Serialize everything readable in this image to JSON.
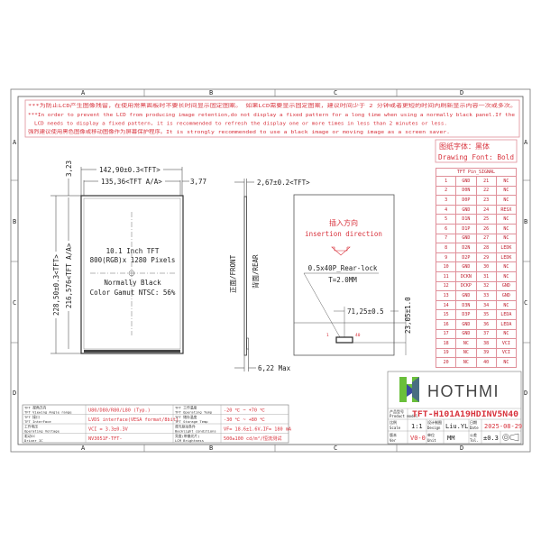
{
  "colors": {
    "accent_red": "#d8323c",
    "line_pink": "#e0909a",
    "logo_green": "#6abf3a",
    "logo_blue": "#3a4aa0"
  },
  "grid": {
    "cols": [
      "A",
      "B",
      "C",
      "D"
    ],
    "rows": [
      "A",
      "B",
      "C",
      "D"
    ]
  },
  "warning": {
    "line1": "***为防止LCD产生图像残留，在使用常黑面板时不要长时间显示固定图案。 如果LCD需要显示固定图案，建议时间少于 2 分钟或者更短的时间内刷新显示内容一次或多次。",
    "line2": "***In order to prevent the LCD from producing image retention,do not display a fixed pattern for a long time when using a normally black panel.If the",
    "line3": "LCD needs to display a fixed pattern, it is recommended to refresh the display one or more times in less than 2 minutes or less.",
    "line4": "强烈建议使用黑色图像或移动图像作为屏幕保护程序。It is strongly recommended to use a black image or moving image as a screen saver."
  },
  "font_note": {
    "cn": "图纸字体：黑体",
    "en": "Drawing Font: Bold"
  },
  "front_view": {
    "dim_width": "142,90±0.3<TFT>",
    "dim_aa_width": "135,36<TFT A/A>",
    "dim_right": "3,77",
    "dim_top": "3,23",
    "dim_height": "228,50±0.3<TFT>",
    "dim_aa_height": "216,576<TFT A/A>",
    "text1": "10.1 Inch TFT",
    "text2": "800(RGB)x 1280 Pixels",
    "text3": "Normally Black",
    "text4": "Color Gamut NTSC: 56%"
  },
  "side_view": {
    "dim_thickness": "2,67±0.2<TFT>",
    "dim_max": "6,22 Max",
    "front_label": "正面/FRONT",
    "rear_label": "背面/REAR"
  },
  "rear_view": {
    "insert_cn": "插入方向",
    "insert_en": "insertion direction",
    "connector": "0.5x40P_Rear-lock",
    "thickness": "T=2.0MM",
    "dim_x": "71,25±0.5",
    "dim_y": "23,05±1.0",
    "pin_first": "1",
    "pin_last": "40"
  },
  "pin_table": {
    "title": "TFT Pin_SIGNAL",
    "rows": [
      [
        "1",
        "GND",
        "21",
        "NC"
      ],
      [
        "2",
        "D0N",
        "22",
        "NC"
      ],
      [
        "3",
        "D0P",
        "23",
        "NC"
      ],
      [
        "4",
        "GND",
        "24",
        "RESX"
      ],
      [
        "5",
        "D1N",
        "25",
        "NC"
      ],
      [
        "6",
        "D1P",
        "26",
        "NC"
      ],
      [
        "7",
        "GND",
        "27",
        "NC"
      ],
      [
        "8",
        "D2N",
        "28",
        "LEDK"
      ],
      [
        "9",
        "D2P",
        "29",
        "LEDK"
      ],
      [
        "10",
        "GND",
        "30",
        "NC"
      ],
      [
        "11",
        "DCKN",
        "31",
        "NC"
      ],
      [
        "12",
        "DCKP",
        "32",
        "GND"
      ],
      [
        "13",
        "GND",
        "33",
        "GND"
      ],
      [
        "14",
        "D3N",
        "34",
        "NC"
      ],
      [
        "15",
        "D3P",
        "35",
        "LEDA"
      ],
      [
        "16",
        "GND",
        "36",
        "LEDA"
      ],
      [
        "17",
        "GND",
        "37",
        "NC"
      ],
      [
        "18",
        "NC",
        "38",
        "VCI"
      ],
      [
        "19",
        "NC",
        "39",
        "VCI"
      ],
      [
        "20",
        "NC",
        "40",
        "NC"
      ]
    ]
  },
  "specs": [
    {
      "label_cn": "TFT 视角方向",
      "label_en": "TFT Viewing Angle range",
      "value": "U80/D80/R80/L80 (Typ.)",
      "label2_cn": "TFT 工作温度",
      "label2_en": "TFT Operating Temp",
      "value2": "-20 ℃ ~ +70 ℃"
    },
    {
      "label_cn": "TFT 接口",
      "label_en": "TFT InterFace",
      "value": "LVDS interface(VESA format/8bit)",
      "label2_cn": "TFT 储存温度",
      "label2_en": "TFT Storage Temp",
      "value2": "-30 ℃ ~ +80 ℃"
    },
    {
      "label_cn": "工作电压",
      "label_en": "Operating Voltage",
      "value": "VCI = 3.3±0.3V",
      "label2_cn": "背光驱动条件",
      "label2_en": "Backlight conditions",
      "value2": "VF= 18.6±1.6V,IF= 180 mA"
    },
    {
      "label_cn": "驱动IC",
      "label_en": "Driver IC",
      "value": "NV3051F-TFT-",
      "label2_cn": "亮度(带偏光片)",
      "label2_en": "LCM Brightness",
      "value2": "500±100 cd/m²/恒流测试"
    }
  ],
  "title_block": {
    "brand": "HOTHMI",
    "product_model_cn": "产品型号",
    "product_model_en": "Product model",
    "product_model": "TFT-H101A19HDINV5N40",
    "scale_cn": "比例",
    "scale_en": "Scale",
    "scale": "1:1",
    "design_cn": "设计制图",
    "design_en": "Design",
    "design": "Liu.YL",
    "date_cn": "日期",
    "date_en": "Date",
    "date": "2025-08-29",
    "ver_cn": "版本",
    "ver_en": "Ver",
    "ver": "V0-0",
    "unit_cn": "单位",
    "unit_en": "Unit",
    "unit": "MM",
    "tol_cn": "公差",
    "tol_en": "Tol.",
    "tol": "±0.3"
  }
}
